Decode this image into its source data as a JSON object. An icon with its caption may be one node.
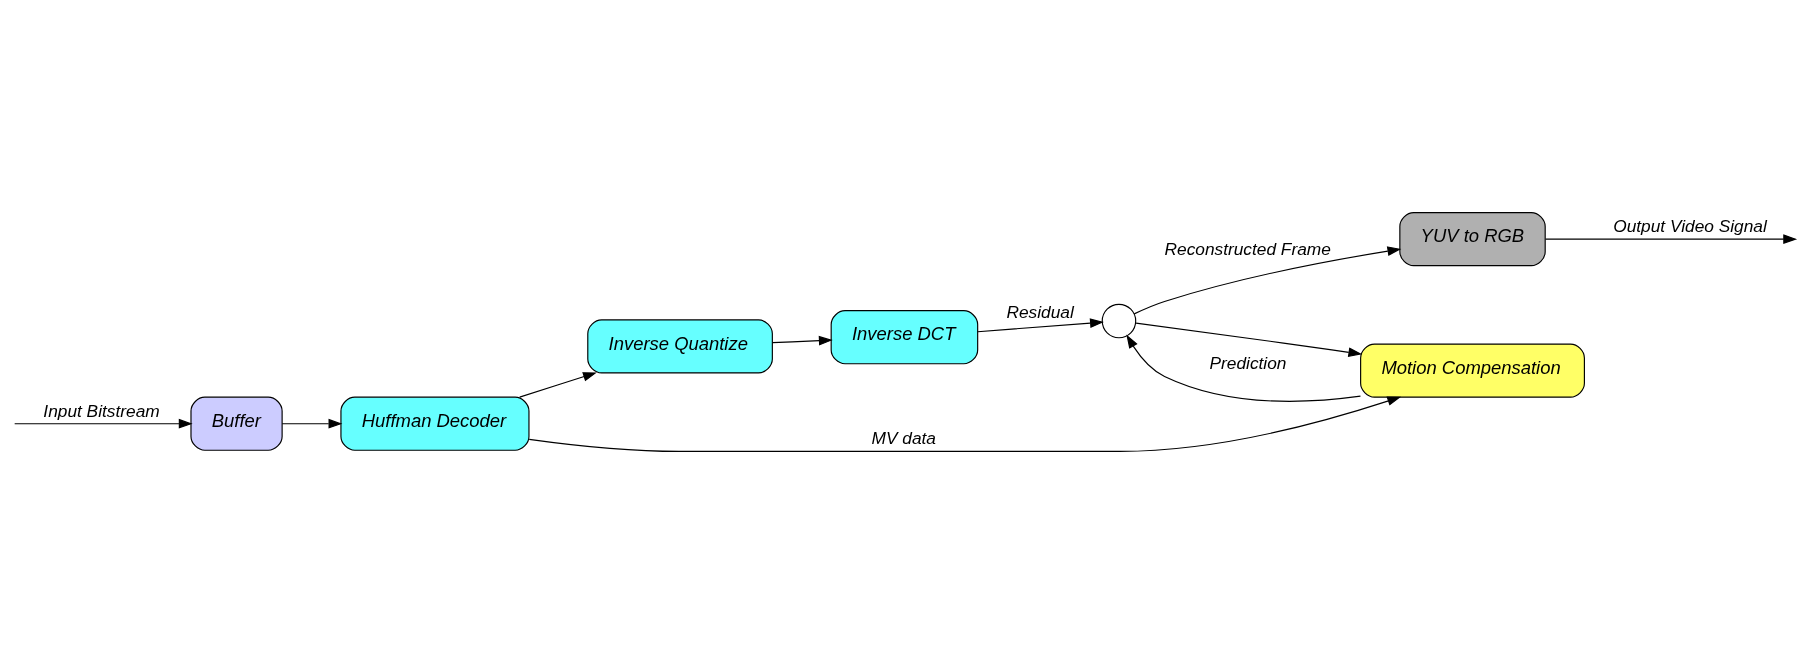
{
  "diagram": {
    "nodes": [
      {
        "text": [
          "Buffer"
        ]
      },
      {
        "text": [
          "Huffman Decoder"
        ]
      },
      {
        "text": [
          "Inverse Quantize"
        ]
      },
      {
        "text": [
          "Inverse DCT"
        ]
      },
      {
        "text": [],
        "shape": "circle"
      },
      {
        "text": [
          "YUV to RGB"
        ]
      },
      {
        "text": [
          "Motion Compensation"
        ]
      }
    ],
    "edges": [
      {
        "from": null,
        "to": 0,
        "arrow": "to",
        "label": "Input Bitstream"
      },
      {
        "from": 0,
        "to": 1,
        "arrow": "to"
      },
      {
        "from": 1,
        "to": 2,
        "arrow": "to"
      },
      {
        "from": 2,
        "to": 3,
        "arrow": "to"
      },
      {
        "from": 3,
        "to": 4,
        "arrow": "to",
        "label": "Residual"
      },
      {
        "from": 4,
        "to": 5,
        "arrow": "to",
        "label": "Reconstructed Frame"
      },
      {
        "from": 5,
        "to": null,
        "arrow": "to",
        "label": "Output Video Signal"
      },
      {
        "from": 1,
        "to": 6,
        "arrow": "to",
        "label": "MV data"
      },
      {
        "from": 6,
        "to": 4,
        "arrow": "to",
        "label": "Prediction"
      },
      {
        "from": 4,
        "to": 6,
        "arrow": "to"
      }
    ]
  }
}
